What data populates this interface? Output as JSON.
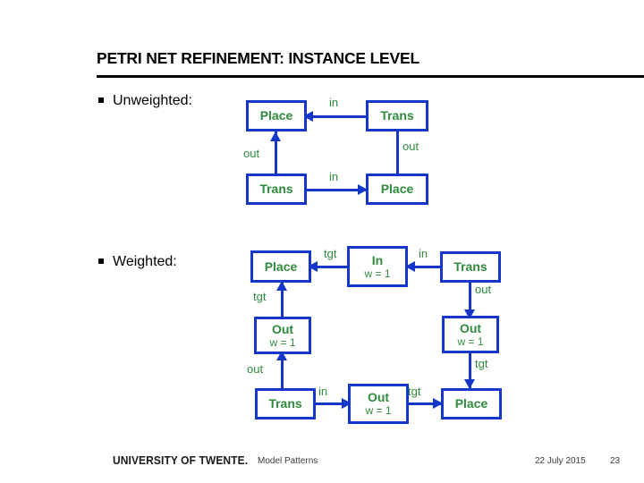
{
  "slide": {
    "title": "PETRI NET REFINEMENT: INSTANCE LEVEL",
    "accent_border_color": "#1437c8",
    "accent_text_color": "#2e8b3c",
    "rule_color": "#000000"
  },
  "sections": [
    {
      "id": "unweighted",
      "label": "Unweighted:"
    },
    {
      "id": "weighted",
      "label": "Weighted:"
    }
  ],
  "unweighted_diagram": {
    "nodes": [
      {
        "id": "u-place-tl",
        "label": "Place"
      },
      {
        "id": "u-trans-tr",
        "label": "Trans"
      },
      {
        "id": "u-trans-bl",
        "label": "Trans"
      },
      {
        "id": "u-place-br",
        "label": "Place"
      }
    ],
    "edges": [
      {
        "id": "u-edge-in-top",
        "label": "in",
        "from": "u-trans-tr",
        "to": "u-place-tl",
        "direction": "left"
      },
      {
        "id": "u-edge-out-right",
        "label": "out",
        "from": "u-trans-tr",
        "to": "u-place-br",
        "direction": "down"
      },
      {
        "id": "u-edge-in-bottom",
        "label": "in",
        "from": "u-trans-bl",
        "to": "u-place-br",
        "direction": "right"
      },
      {
        "id": "u-edge-out-left",
        "label": "out",
        "from": "u-trans-bl",
        "to": "u-place-tl",
        "direction": "up"
      }
    ]
  },
  "weighted_diagram": {
    "nodes": [
      {
        "id": "w-place-tl",
        "label": "Place",
        "weight": ""
      },
      {
        "id": "w-in-top",
        "label": "In",
        "weight": "w = 1"
      },
      {
        "id": "w-trans-tr",
        "label": "Trans",
        "weight": ""
      },
      {
        "id": "w-out-left",
        "label": "Out",
        "weight": "w = 1"
      },
      {
        "id": "w-out-right",
        "label": "Out",
        "weight": "w = 1"
      },
      {
        "id": "w-trans-bl",
        "label": "Trans",
        "weight": ""
      },
      {
        "id": "w-out-bottom",
        "label": "Out",
        "weight": "w = 1"
      },
      {
        "id": "w-place-br",
        "label": "Place",
        "weight": ""
      }
    ],
    "edges": [
      {
        "id": "w-edge-tgt-top",
        "label": "tgt",
        "from": "w-in-top",
        "to": "w-place-tl",
        "direction": "left"
      },
      {
        "id": "w-edge-in-top",
        "label": "in",
        "from": "w-trans-tr",
        "to": "w-in-top",
        "direction": "left"
      },
      {
        "id": "w-edge-out-tr",
        "label": "out",
        "from": "w-trans-tr",
        "to": "w-out-right",
        "direction": "down"
      },
      {
        "id": "w-edge-tgt-left",
        "label": "tgt",
        "from": "w-out-left",
        "to": "w-place-tl",
        "direction": "up"
      },
      {
        "id": "w-edge-out-left",
        "label": "out",
        "from": "w-trans-bl",
        "to": "w-out-left",
        "direction": "up"
      },
      {
        "id": "w-edge-tgt-right",
        "label": "tgt",
        "from": "w-out-right",
        "to": "w-place-br",
        "direction": "down"
      },
      {
        "id": "w-edge-in-bottom",
        "label": "in",
        "from": "w-trans-bl",
        "to": "w-out-bottom",
        "direction": "right"
      },
      {
        "id": "w-edge-tgt-bottom",
        "label": "tgt",
        "from": "w-out-bottom",
        "to": "w-place-br",
        "direction": "right"
      }
    ]
  },
  "footer": {
    "logo": "UNIVERSITY OF TWENTE.",
    "subject": "Model Patterns",
    "date": "22 July 2015",
    "page": "23"
  }
}
